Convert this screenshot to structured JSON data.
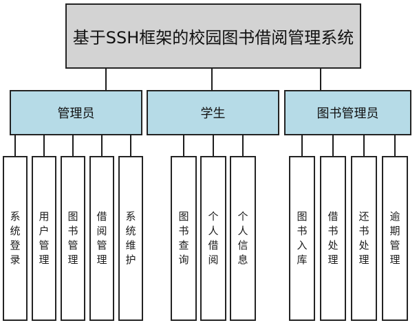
{
  "diagram": {
    "title": "基于SSH框架的校园图书借阅管理系统",
    "colors": {
      "title_fill": "#d3d3d3",
      "branch_fill": "#b6dbe7",
      "leaf_fill": "#ffffff",
      "border": "#222222",
      "connector": "#1c1c1c"
    },
    "branches": [
      {
        "label": "管理员",
        "leaves": [
          "系统登录",
          "用户管理",
          "图书管理",
          "借阅管理",
          "系统维护"
        ]
      },
      {
        "label": "学生",
        "leaves": [
          "图书查询",
          "个人借阅",
          "个人信息"
        ]
      },
      {
        "label": "图书管理员",
        "leaves": [
          "图书入库",
          "借书处理",
          "还书处理",
          "逾期管理"
        ]
      }
    ]
  }
}
